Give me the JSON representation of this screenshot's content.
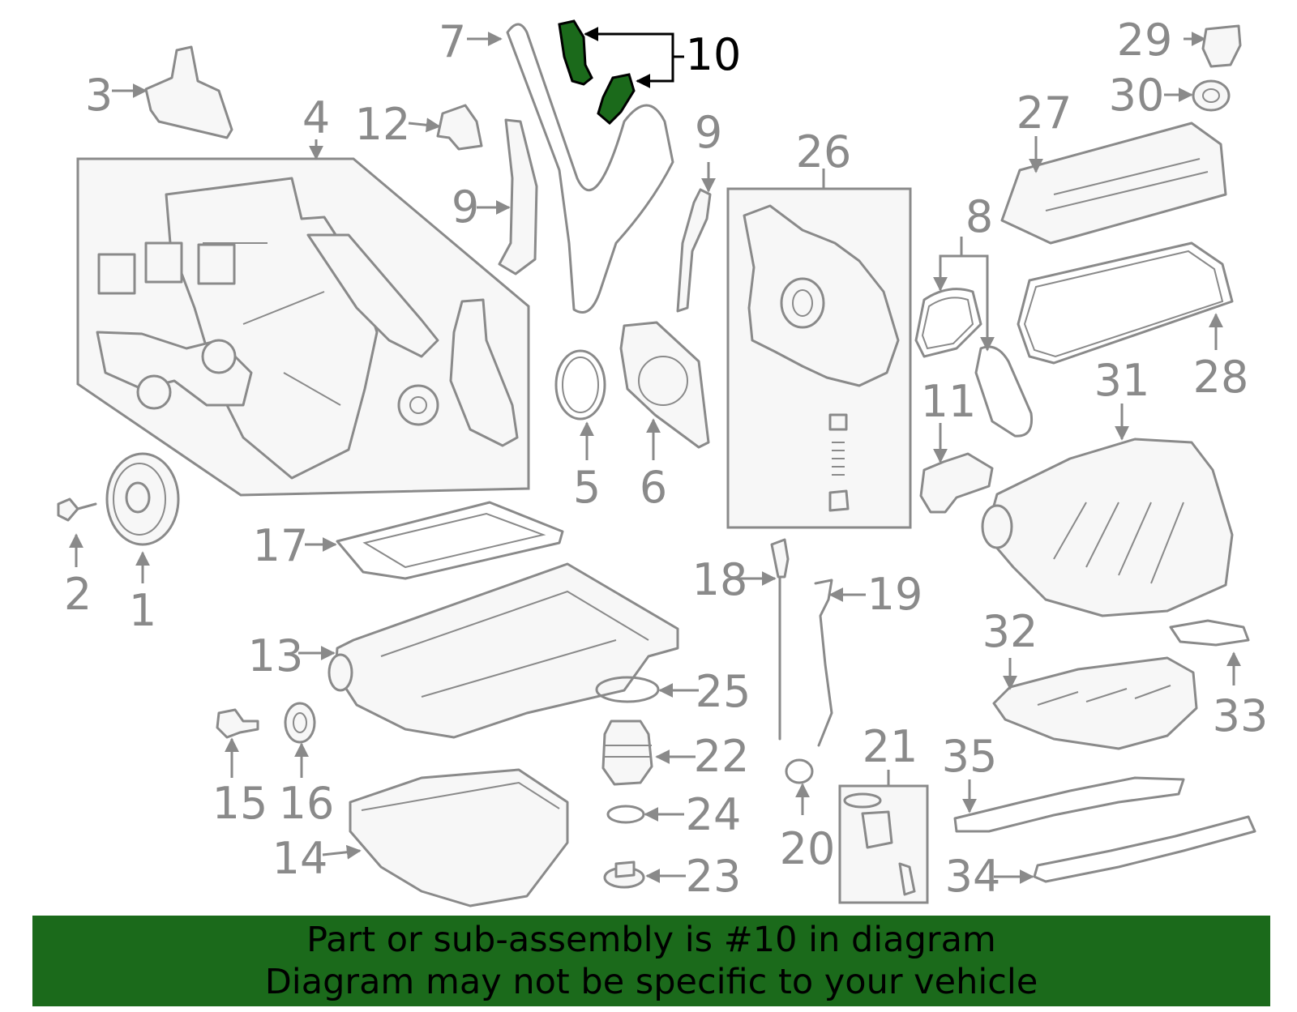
{
  "diagram": {
    "highlight_color": "#1b6a1b",
    "part_color": "#8a8a8a",
    "highlighted_part": "10",
    "labels": [
      "1",
      "2",
      "3",
      "4",
      "5",
      "6",
      "7",
      "8",
      "9",
      "9",
      "10",
      "11",
      "12",
      "13",
      "14",
      "15",
      "16",
      "17",
      "18",
      "19",
      "20",
      "21",
      "22",
      "23",
      "24",
      "25",
      "26",
      "27",
      "28",
      "29",
      "30",
      "31",
      "32",
      "33",
      "34",
      "35"
    ]
  },
  "banner": {
    "background": "#1b6a1b",
    "line1": "Part or sub-assembly is #10 in diagram",
    "line2": "Diagram may not be specific to your vehicle"
  }
}
